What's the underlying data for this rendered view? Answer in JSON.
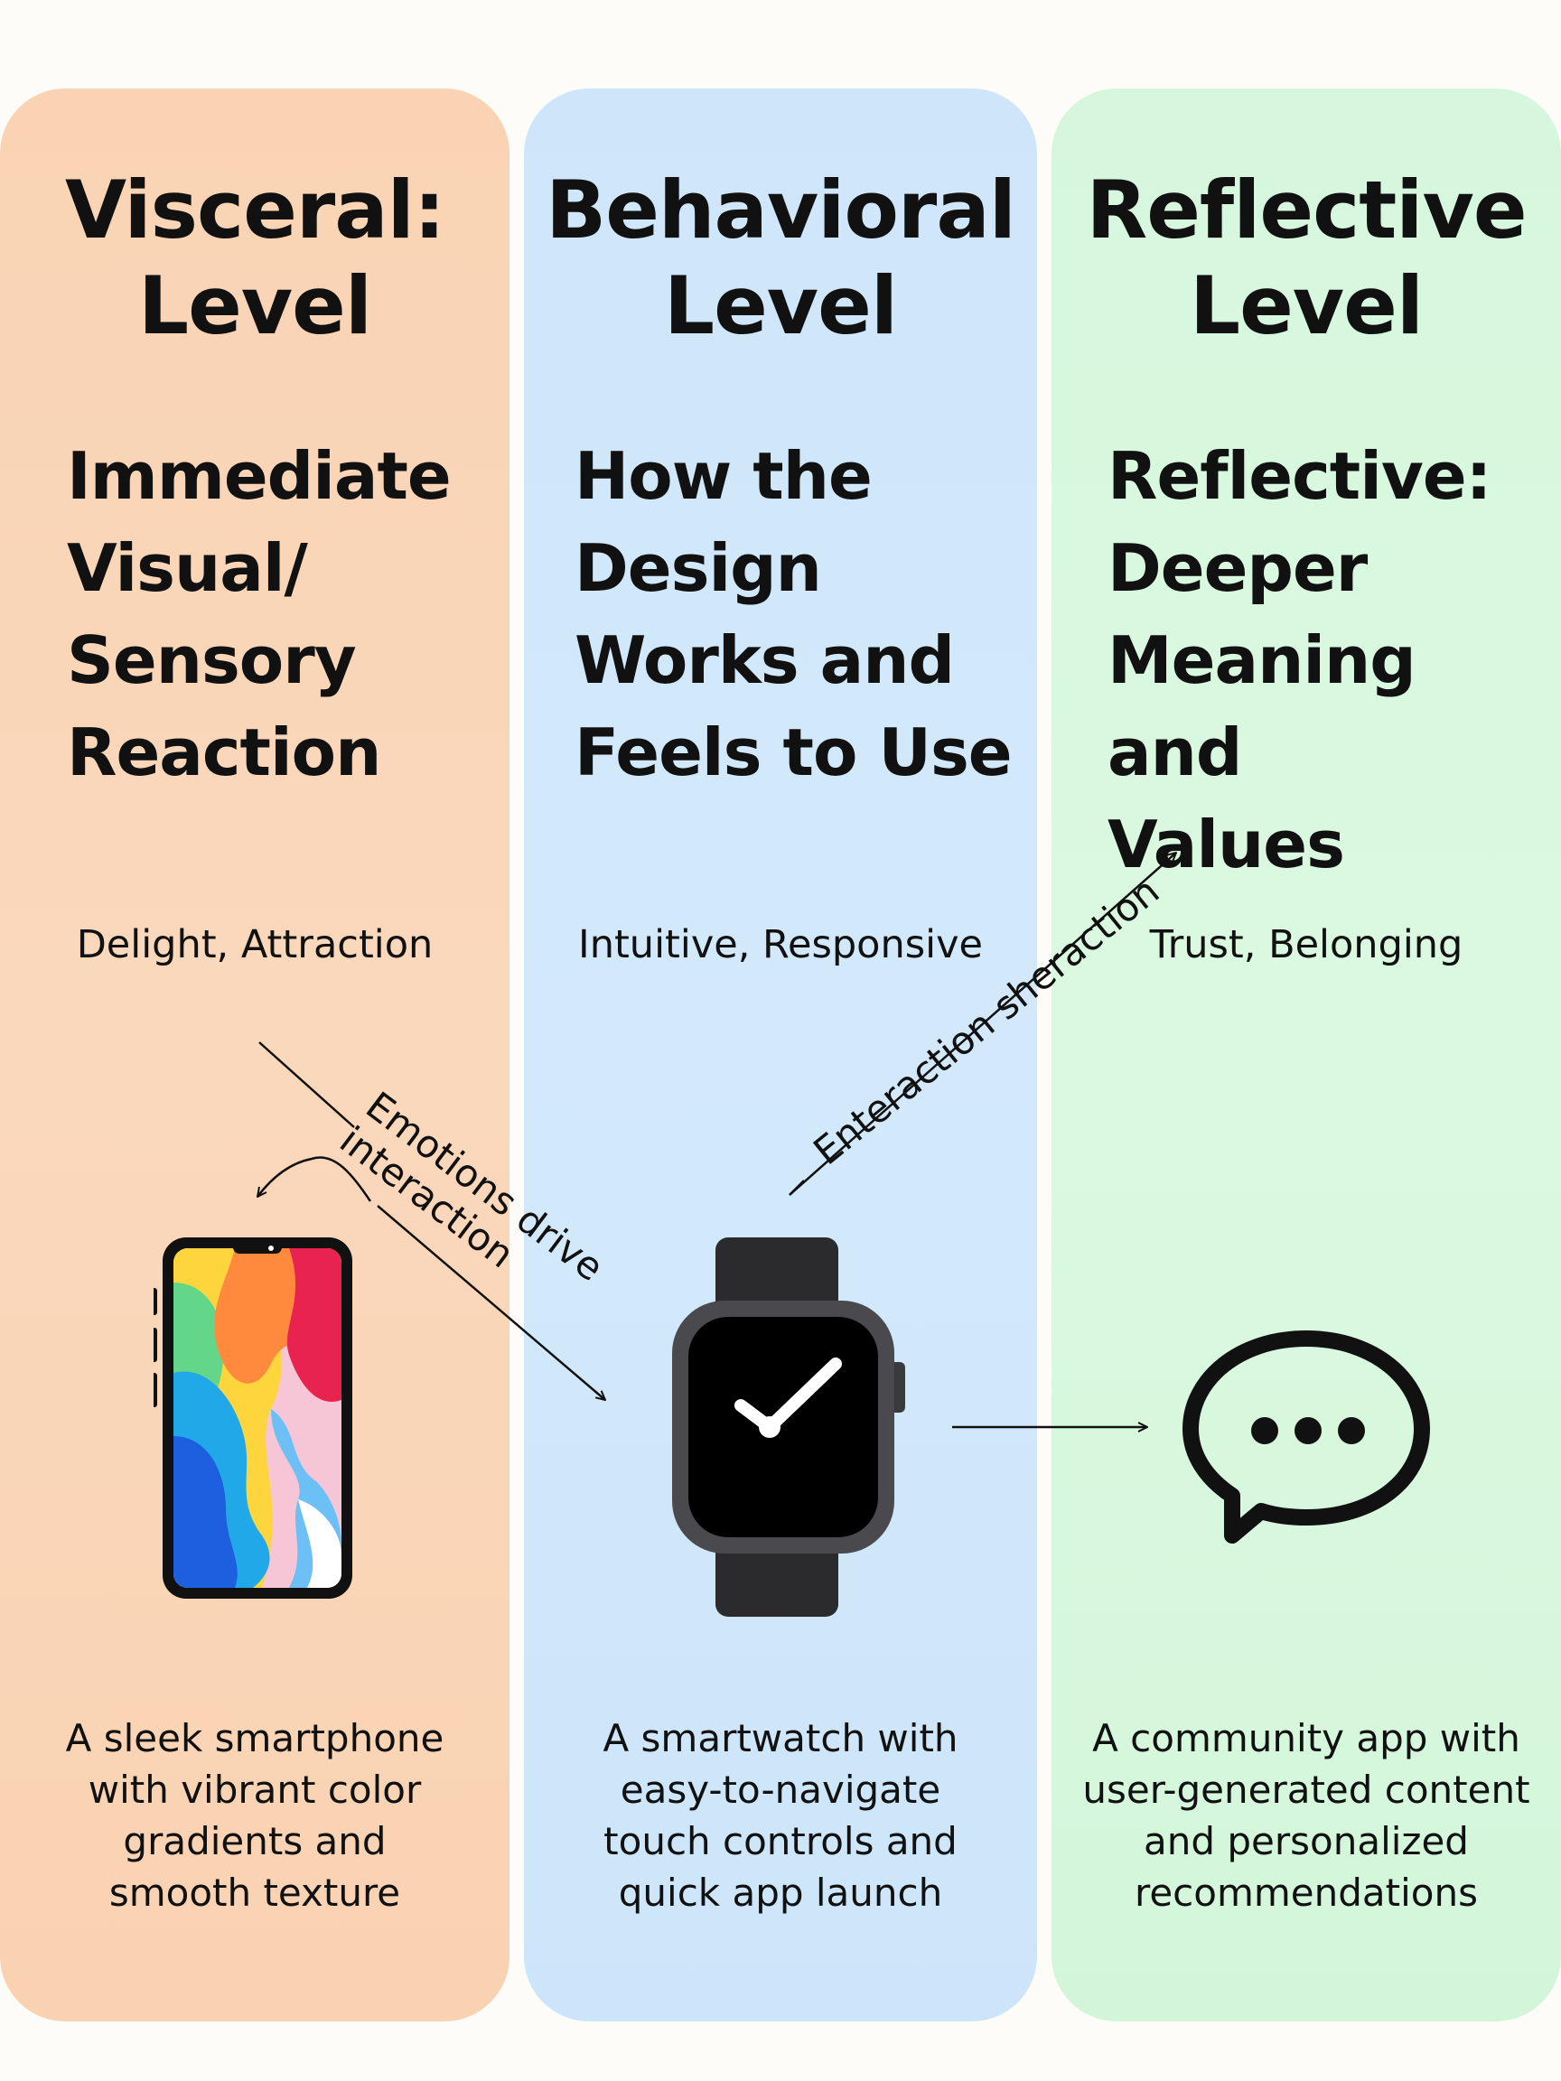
{
  "levels": [
    {
      "title": [
        "Visceral:",
        "Level"
      ],
      "subtitle": [
        "Immediate",
        "Visual/",
        "Sensory",
        "Reaction"
      ],
      "emotions": "Delight, Attraction",
      "example": [
        "A sleek smartphone",
        "with vibrant color",
        "gradients and",
        "smooth texture"
      ],
      "icon": "smartphone-icon",
      "color": "#f9d5b7"
    },
    {
      "title": [
        "Behavioral",
        "Level"
      ],
      "subtitle": [
        "How the",
        "Design",
        "Works and",
        "Feels to Use"
      ],
      "emotions": "Intuitive, Responsive",
      "example": [
        "A smartwatch with",
        "easy-to-navigate",
        "touch controls and",
        "quick app launch"
      ],
      "icon": "smartwatch-icon",
      "color": "#d0e7fa"
    },
    {
      "title": [
        "Reflective",
        "Level"
      ],
      "subtitle": [
        "Reflective:",
        "Deeper",
        "Meaning and",
        "Values"
      ],
      "emotions": "Trust, Belonging",
      "example": [
        "A community app with",
        "user-generated content",
        "and personalized",
        "recommendations"
      ],
      "icon": "chat-bubble-icon",
      "color": "#d8f8de"
    }
  ],
  "arrow_labels": {
    "emotions": [
      "Emotions drive",
      "interaction"
    ],
    "interaction": "Enteraction sheraction"
  }
}
